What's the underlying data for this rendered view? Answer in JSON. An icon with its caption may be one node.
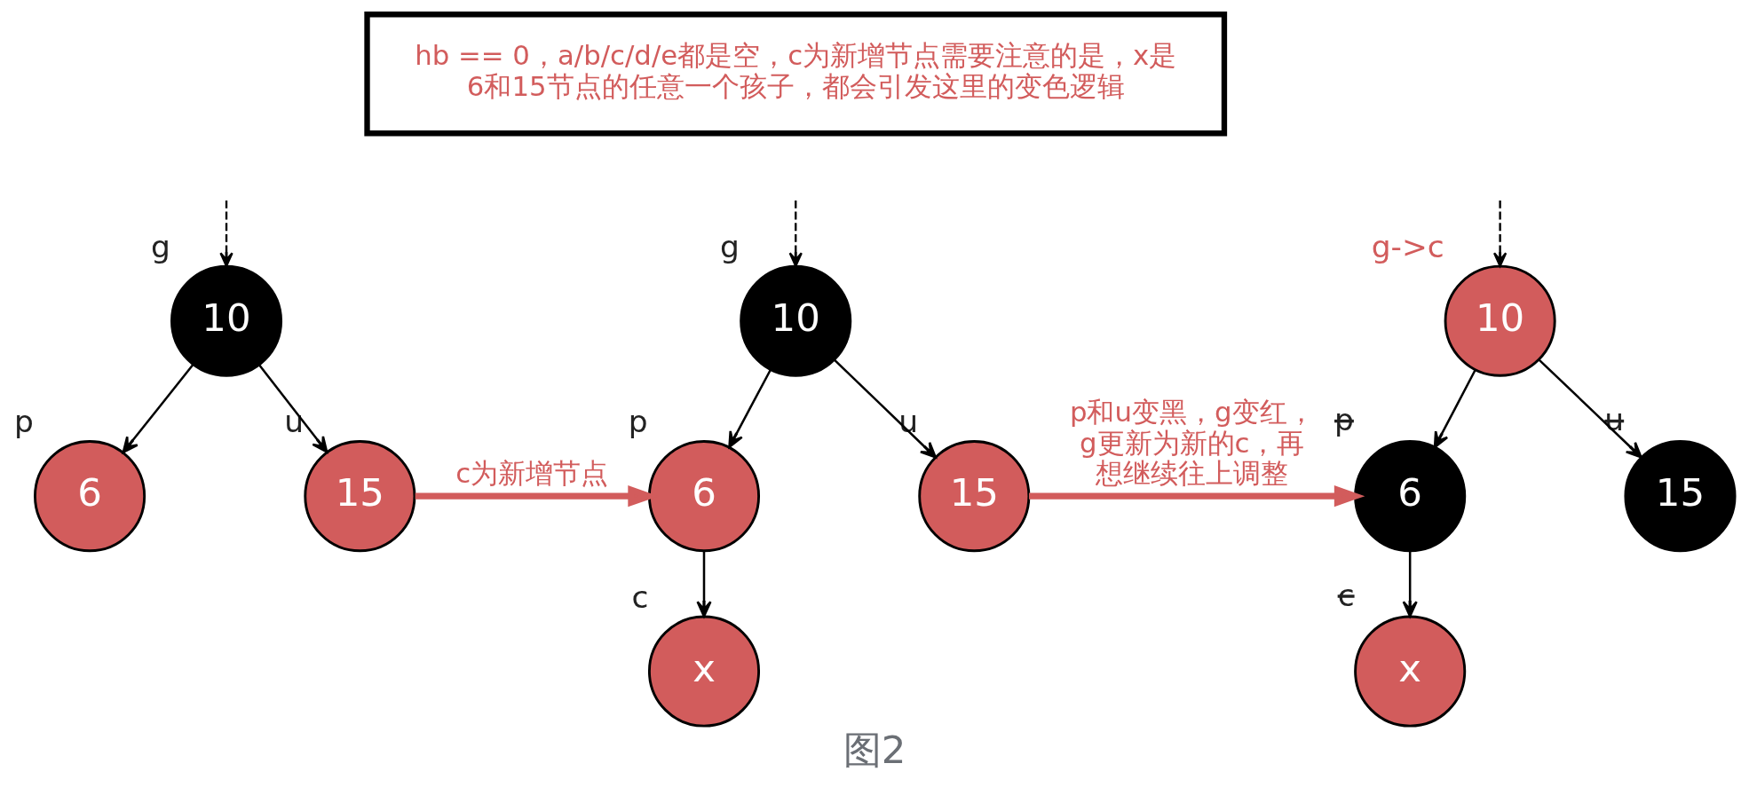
{
  "diagram": {
    "caption": "图2",
    "nodes": [
      {
        "text": [
          "hb == 0，a/b/c/d/e都是空，c为新增节点需要注意的是，x是6和15节点的任意一个孩子，都会引发这里的变色逻辑"
        ]
      },
      {
        "text": [
          "10"
        ],
        "beside": [
          "g"
        ]
      },
      {
        "text": [
          "6"
        ],
        "beside": [
          "p"
        ]
      },
      {
        "text": [
          "15"
        ],
        "beside": [
          "u"
        ]
      },
      {
        "text": [
          "10"
        ],
        "beside": [
          "g"
        ]
      },
      {
        "text": [
          "6"
        ],
        "beside": [
          "p"
        ]
      },
      {
        "text": [
          "15"
        ],
        "beside": [
          "u"
        ]
      },
      {
        "text": [
          "x"
        ],
        "beside": [
          "c"
        ]
      },
      {
        "text": [
          "10"
        ],
        "beside": [
          "g->c"
        ]
      },
      {
        "text": [
          "6"
        ],
        "beside": [
          "p"
        ]
      },
      {
        "text": [
          "15"
        ],
        "beside": [
          "u"
        ]
      },
      {
        "text": [
          "x"
        ],
        "beside": [
          "c"
        ]
      }
    ],
    "edges": [
      {
        "from": null,
        "to": 1,
        "arrow": "to",
        "style": "dashed"
      },
      {
        "from": 1,
        "to": 2,
        "arrow": "to"
      },
      {
        "from": 1,
        "to": 3,
        "arrow": "to"
      },
      {
        "from": 3,
        "to": 5,
        "arrow": "to",
        "label": "c为新增节点",
        "style": "thick",
        "color": "#d25c5c"
      },
      {
        "from": null,
        "to": 4,
        "arrow": "to",
        "style": "dashed"
      },
      {
        "from": 4,
        "to": 5,
        "arrow": "to"
      },
      {
        "from": 4,
        "to": 6,
        "arrow": "to"
      },
      {
        "from": 5,
        "to": 7,
        "arrow": "to"
      },
      {
        "from": 6,
        "to": 9,
        "arrow": "to",
        "label": "p和u变黑，g变红，g更新为新的c，再想继续往上调整",
        "style": "thick",
        "color": "#d25c5c"
      },
      {
        "from": null,
        "to": 8,
        "arrow": "to",
        "style": "dashed"
      },
      {
        "from": 8,
        "to": 9,
        "arrow": "to"
      },
      {
        "from": 8,
        "to": 10,
        "arrow": "to"
      },
      {
        "from": 9,
        "to": 11,
        "arrow": "to"
      }
    ]
  }
}
